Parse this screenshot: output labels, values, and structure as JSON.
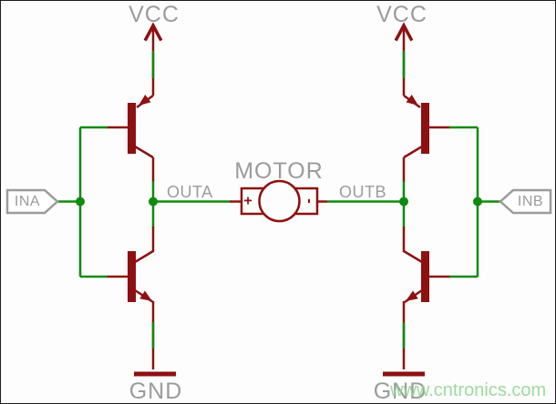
{
  "schematic": {
    "description": "H-bridge motor driver circuit",
    "labels": {
      "vcc_left": "VCC",
      "vcc_right": "VCC",
      "gnd_left": "GND",
      "gnd_right": "GND",
      "ina": "INA",
      "inb": "INB",
      "outa": "OUTA",
      "outb": "OUTB",
      "motor": "MOTOR",
      "motor_plus": "+",
      "motor_minus": "-"
    },
    "watermark": "www.cntronics.com",
    "colors": {
      "symbol": "#8d1111",
      "net": "#0e8b0e",
      "label": "#9b9b9b",
      "watermark": "#93d693",
      "background": "#fdfdfd",
      "border": "#1c1c1c"
    }
  }
}
